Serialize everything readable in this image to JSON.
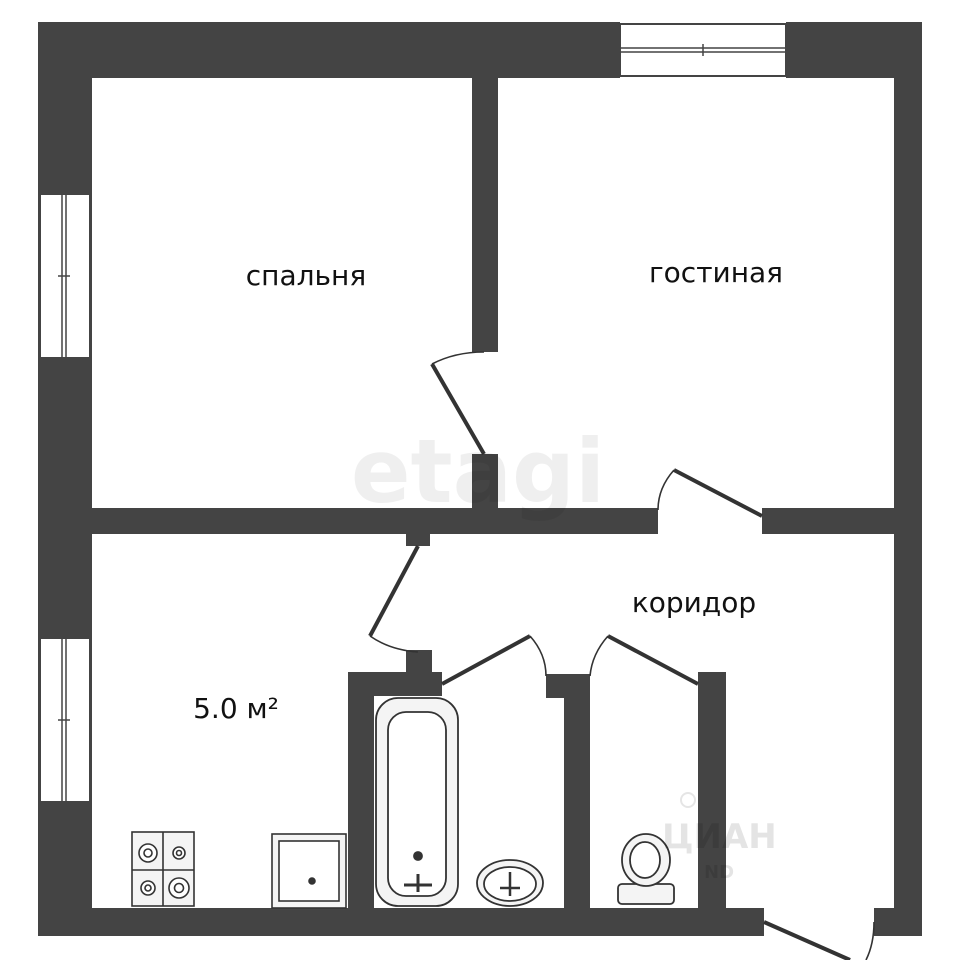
{
  "rooms": {
    "bedroom": "спальня",
    "living_room": "гостиная",
    "corridor": "коридор",
    "kitchen_area": "5.0 м²"
  },
  "watermarks": {
    "etagi": "etagi",
    "cian": "ЦИАН",
    "cian_sub": "ND"
  },
  "colors": {
    "wall": "#444444",
    "floor": "#ffffff",
    "fixture_stroke": "#333333",
    "fixture_fill": "#f4f4f4",
    "window_fill": "#ffffff"
  }
}
